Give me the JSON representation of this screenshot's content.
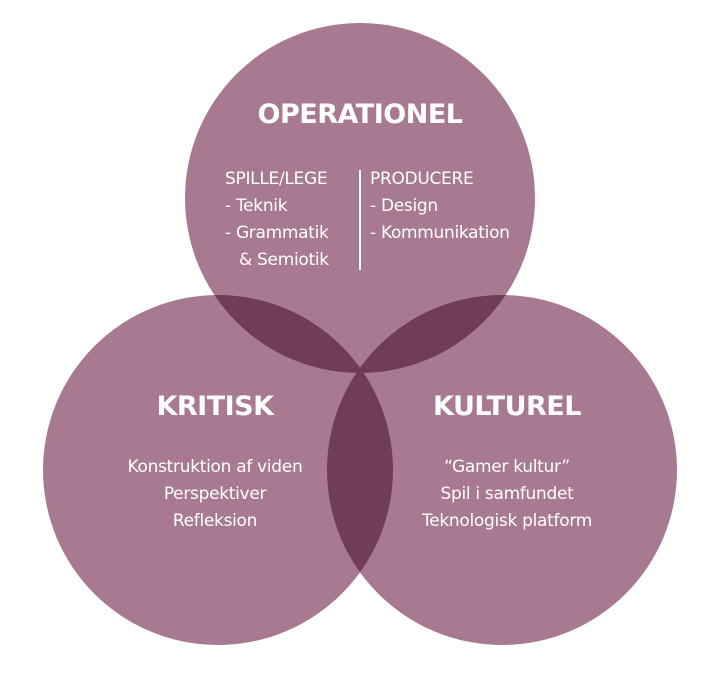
{
  "colors": {
    "circle_fill": "#a87a92",
    "overlap_fill": "#713c55",
    "text": "#ffffff"
  },
  "circles": {
    "top": {
      "title": "OPERATIONEL",
      "left_column": {
        "heading": "SPILLE/LEGE",
        "items": [
          "- Teknik",
          "- Grammatik",
          "& Semiotik"
        ]
      },
      "right_column": {
        "heading": "PRODUCERE",
        "items": [
          "- Design",
          "- Kommunikation"
        ]
      }
    },
    "left": {
      "title": "KRITISK",
      "items": [
        "Konstruktion af viden",
        "Perspektiver",
        "Refleksion"
      ]
    },
    "right": {
      "title": "KULTUREL",
      "items": [
        "“Gamer kultur”",
        "Spil i samfundet",
        "Teknologisk platform"
      ]
    }
  }
}
